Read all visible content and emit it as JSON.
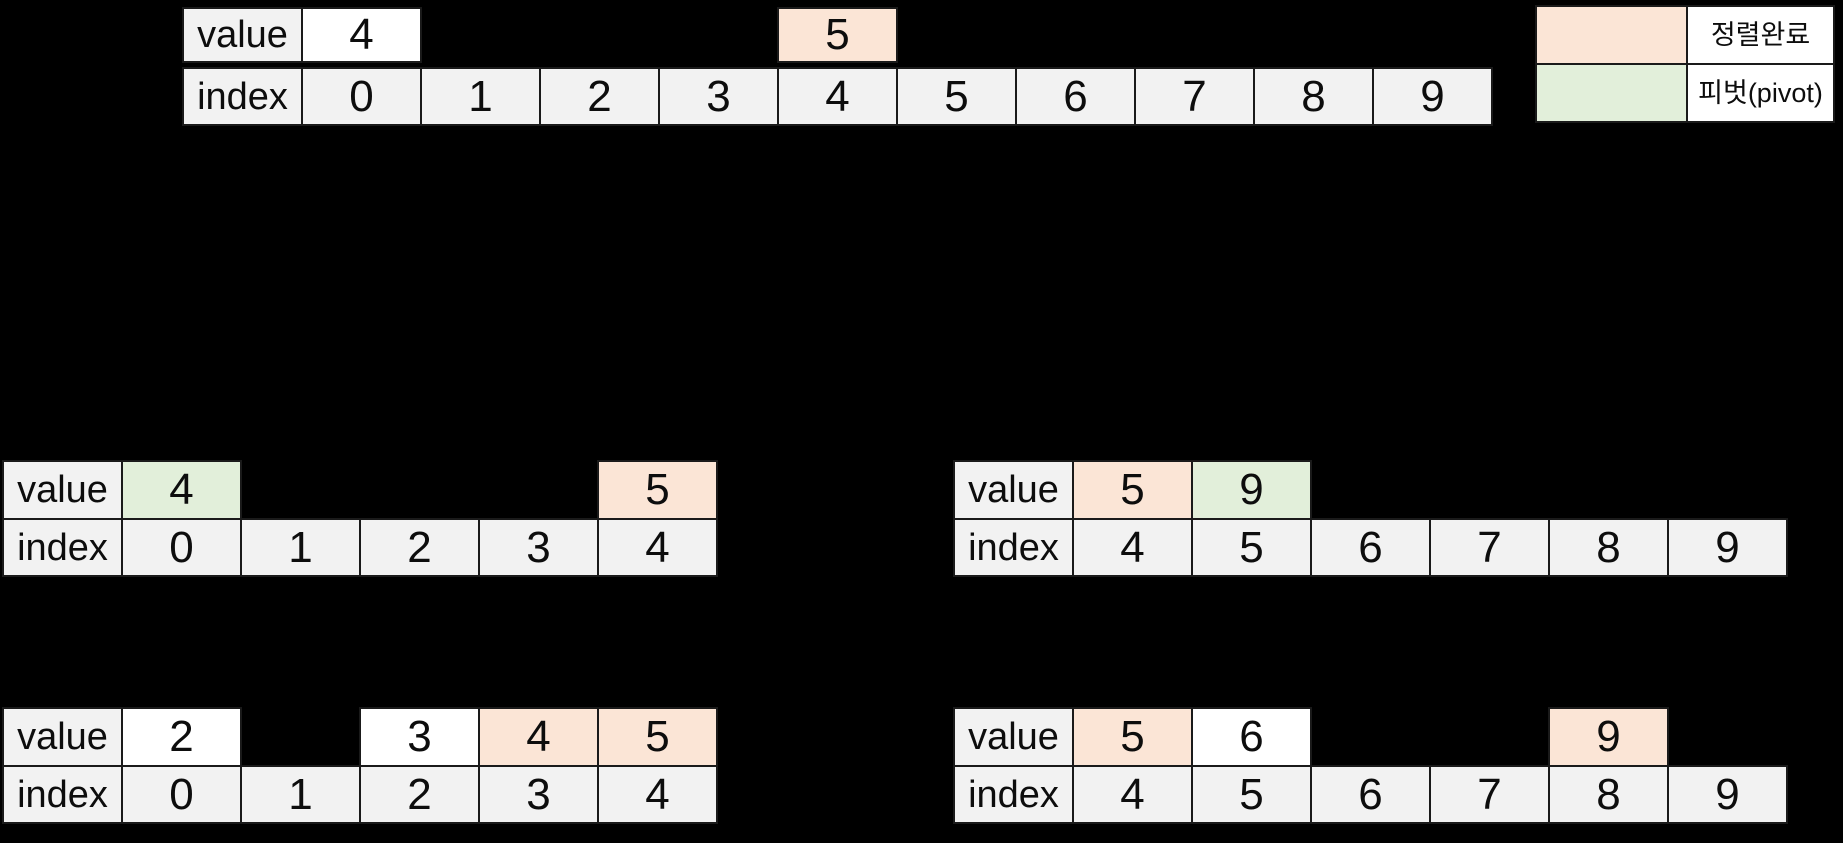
{
  "row_labels": {
    "value": "value",
    "index": "index"
  },
  "legend": {
    "items": [
      {
        "label": "정렬완료",
        "state": "sorted"
      },
      {
        "label": "피벗(pivot)",
        "state": "pivot"
      }
    ]
  },
  "colors": {
    "sorted": "#fbe5d6",
    "pivot": "#e2efda",
    "cell": "#f2f2f2",
    "plain": "#ffffff",
    "border": "#1a1a1a",
    "text": "#0d0d0d",
    "page_bg": "#000000"
  },
  "tables": [
    {
      "id": "top",
      "indices": [
        0,
        1,
        2,
        3,
        4,
        5,
        6,
        7,
        8,
        9
      ],
      "values": [
        {
          "index": 0,
          "value": "4",
          "state": "plain"
        },
        {
          "index": 4,
          "value": "5",
          "state": "sorted"
        }
      ]
    },
    {
      "id": "mid-left",
      "indices": [
        0,
        1,
        2,
        3,
        4
      ],
      "values": [
        {
          "index": 0,
          "value": "4",
          "state": "pivot"
        },
        {
          "index": 4,
          "value": "5",
          "state": "sorted"
        }
      ]
    },
    {
      "id": "mid-right",
      "indices": [
        4,
        5,
        6,
        7,
        8,
        9
      ],
      "values": [
        {
          "index": 4,
          "value": "5",
          "state": "sorted"
        },
        {
          "index": 5,
          "value": "9",
          "state": "pivot"
        }
      ]
    },
    {
      "id": "bottom-left",
      "indices": [
        0,
        1,
        2,
        3,
        4
      ],
      "values": [
        {
          "index": 0,
          "value": "2",
          "state": "plain"
        },
        {
          "index": 2,
          "value": "3",
          "state": "plain"
        },
        {
          "index": 3,
          "value": "4",
          "state": "sorted"
        },
        {
          "index": 4,
          "value": "5",
          "state": "sorted"
        }
      ]
    },
    {
      "id": "bottom-right",
      "indices": [
        4,
        5,
        6,
        7,
        8,
        9
      ],
      "values": [
        {
          "index": 4,
          "value": "5",
          "state": "sorted"
        },
        {
          "index": 5,
          "value": "6",
          "state": "plain"
        },
        {
          "index": 8,
          "value": "9",
          "state": "sorted"
        }
      ]
    }
  ]
}
